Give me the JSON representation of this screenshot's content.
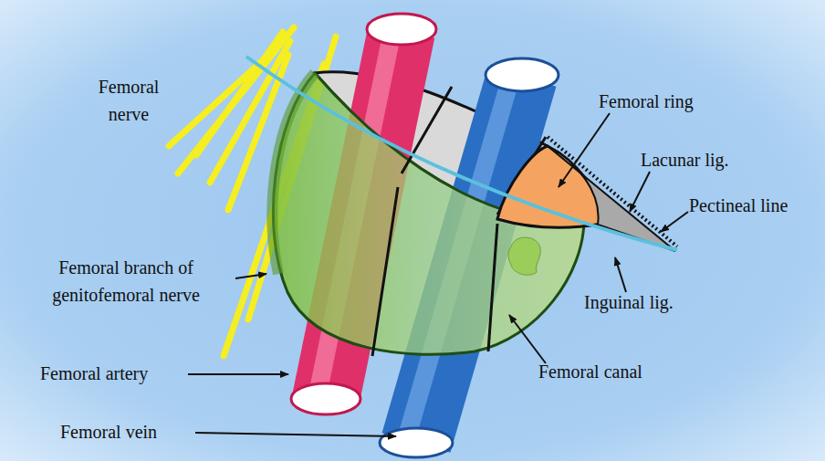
{
  "diagram": {
    "labels": [
      "Femoral nerve",
      "Femoral ring",
      "Lacunar lig.",
      "Pectineal line",
      "Femoral branch of genitofemoral nerve",
      "Inguinal lig.",
      "Femoral artery",
      "Femoral canal",
      "Femoral vein"
    ]
  }
}
